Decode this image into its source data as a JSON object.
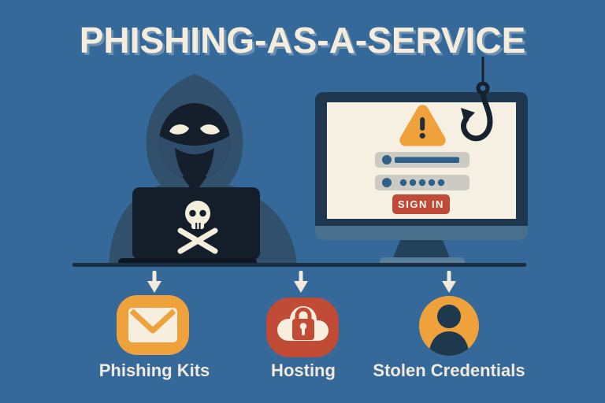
{
  "title": "PHISHING-AS-A-SERVICE",
  "hacker": {
    "laptop_icon": "skull-crossbones"
  },
  "monitor": {
    "warning_icon": "warning-triangle",
    "password_masked_dots": 5,
    "sign_in_label": "SIGN IN"
  },
  "hook_icon": "fish-hook",
  "flow": {
    "items": [
      {
        "label": "Phishing Kits",
        "icon": "envelope-icon",
        "tile_color": "#EFA23C"
      },
      {
        "label": "Hosting",
        "icon": "cloud-lock-icon",
        "tile_color": "#C14B35"
      },
      {
        "label": "Stolen Credentials",
        "icon": "person-icon",
        "tile_color": "#EFA23C"
      }
    ]
  },
  "colors": {
    "background": "#35699A",
    "title_text": "#F4EDDE",
    "label_text": "#F2EBDC",
    "dark_navy": "#141F2B",
    "hood_blue": "#31506C",
    "monitor_bezel": "#1F3850",
    "monitor_chin": "#48708D",
    "screen_cream": "#F6F0E3",
    "warning_orange": "#EFA23C",
    "button_red": "#C04A38",
    "field_gray": "#CBCBC4",
    "field_blue": "#2F6089",
    "flow_line": "#1B2F42"
  }
}
